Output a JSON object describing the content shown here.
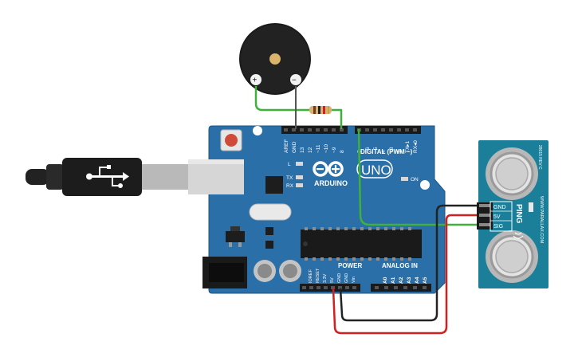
{
  "board": {
    "brand": "ARDUINO",
    "model": "UNO",
    "digital_header": "DIGITAL (PWM ~)",
    "on_label": "ON",
    "power_label": "POWER",
    "analog_label": "ANALOG IN",
    "led_labels": [
      "L",
      "TX",
      "RX"
    ],
    "top_pins": [
      "AREF",
      "GND",
      "13",
      "12",
      "~11",
      "~10",
      "~9",
      "8"
    ],
    "top_pins_right": [
      "7",
      "~6",
      "~5",
      "4",
      "~3",
      "2",
      "TX▸1",
      "RX◂0"
    ],
    "power_pins": [
      "IOREF",
      "RESET",
      "3.3V",
      "5V",
      "GND",
      "GND",
      "Vin"
    ],
    "analog_pins": [
      "A0",
      "A1",
      "A2",
      "A3",
      "A4",
      "A5"
    ]
  },
  "sensor": {
    "name": "PING",
    "pins": [
      "GND",
      "5V",
      "SIG"
    ],
    "side_text": "WWW.PARALLAX.COM",
    "rev_text": "28015 REV C",
    "color": "#1b7f9a"
  },
  "buzzer": {
    "plus": "+",
    "minus": "−"
  },
  "colors": {
    "board": "#2b6fa8",
    "wire_green": "#3fb13a",
    "wire_red": "#d21f1f",
    "wire_black": "#222222"
  }
}
